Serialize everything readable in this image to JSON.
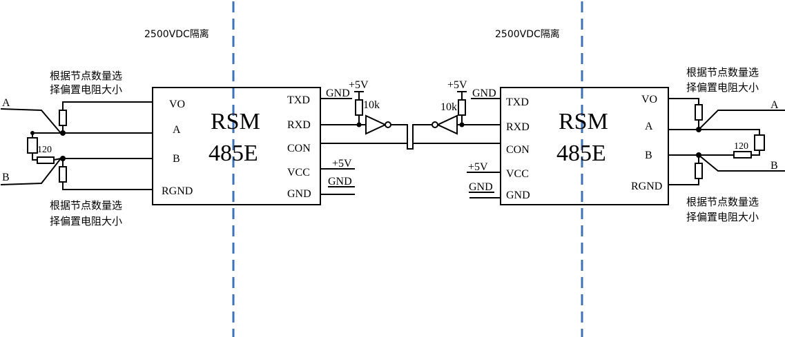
{
  "isolation_label": "2500VDC隔离",
  "bias_note": {
    "line1": "根据节点数量选",
    "line2": "择偏置电阻大小"
  },
  "chip": {
    "name_line1": "RSM",
    "name_line2": "485E"
  },
  "termination": "120",
  "pullup": {
    "supply": "+5V",
    "resistor": "10k"
  },
  "pins": {
    "vo": "VO",
    "a": "A",
    "b": "B",
    "rgnd": "RGND",
    "txd": "TXD",
    "rxd": "RXD",
    "con": "CON",
    "vcc": "VCC",
    "gnd": "GND"
  },
  "net": {
    "a": "A",
    "b": "B",
    "plus5v": "+5V",
    "gnd": "GND"
  },
  "colors": {
    "isolation_line": "#3d72b8",
    "wire": "#000000"
  }
}
